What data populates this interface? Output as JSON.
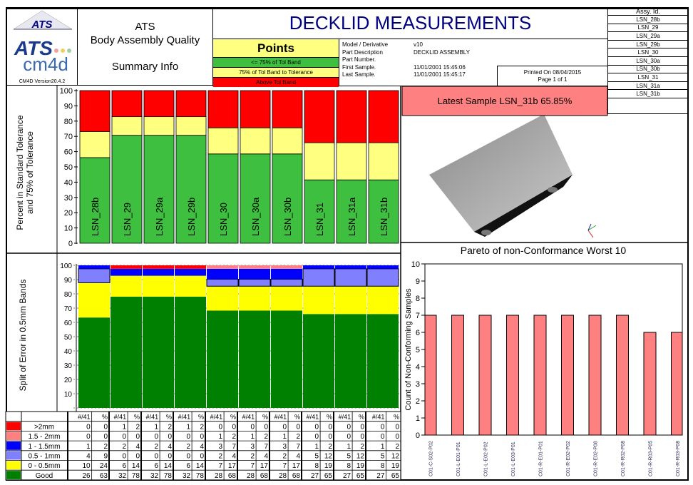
{
  "logo": {
    "brand_top": "ATS",
    "brand_main": "ATS",
    "brand_sub": "cm4d",
    "version": "CM4D Version20.4.2"
  },
  "report": {
    "company": "ATS",
    "subtitle": "Body Assembly Quality",
    "section": "Summary Info",
    "title": "DECKLID MEASUREMENTS"
  },
  "legend": {
    "title": "Points",
    "green": "<= 75% of Tol Band",
    "yellow": "75% of Tol Band to Tolerance",
    "red": "Above Tol Band"
  },
  "info": {
    "rows": [
      {
        "label": "Model / Derivative",
        "value": "v10"
      },
      {
        "label": "Part Description",
        "value": "DECKLID ASSEMBLY"
      },
      {
        "label": "Part Number.",
        "value": ""
      },
      {
        "label": "First Sample.",
        "value": "11/01/2001 15:45:06"
      },
      {
        "label": "Last Sample.",
        "value": "11/01/2001 15:45:17"
      }
    ],
    "printed": "Printed On 08/04/2015",
    "page": "Page 1 of 1"
  },
  "assy": {
    "header": "Assy. Id.",
    "ids": [
      "LSN_28b",
      "LSN_29",
      "LSN_29a",
      "LSN_29b",
      "LSN_30",
      "LSN_30a",
      "LSN_30b",
      "LSN_31",
      "LSN_31a",
      "LSN_31b"
    ]
  },
  "latest_sample": "Latest Sample LSN_31b  65.85%",
  "colors": {
    "green": "#3fbf3f",
    "yellow": "#ffff80",
    "red": "#ff0000",
    "pink": "#ff8080",
    "title_blue": "#000080"
  },
  "chart_data": [
    {
      "type": "bar",
      "stacked": true,
      "ylabel": "Percent in Standard Tolerance and 75% of Tolerance",
      "ylim": [
        0,
        100
      ],
      "yticks": [
        0,
        10,
        20,
        30,
        40,
        50,
        60,
        70,
        80,
        90,
        100
      ],
      "categories": [
        "LSN_28b",
        "LSN_29",
        "LSN_29a",
        "LSN_29b",
        "LSN_30",
        "LSN_30a",
        "LSN_30b",
        "LSN_31",
        "LSN_31a",
        "LSN_31b"
      ],
      "series": [
        {
          "color": "#3fbf3f",
          "values": [
            56.1,
            70.7,
            70.7,
            70.7,
            58.5,
            58.5,
            58.5,
            41.5,
            41.5,
            41.5
          ]
        },
        {
          "color": "#ffff80",
          "values": [
            17.1,
            12.2,
            12.2,
            12.2,
            17.1,
            17.1,
            17.1,
            24.35,
            24.35,
            24.35
          ]
        },
        {
          "color": "#ff0000",
          "values": [
            26.8,
            17.1,
            17.1,
            17.1,
            24.4,
            24.4,
            24.4,
            34.15,
            34.15,
            34.15
          ]
        }
      ]
    },
    {
      "type": "bar",
      "stacked": true,
      "ylabel": "Split of Error in 0.5mm Bands",
      "ylim": [
        0,
        100
      ],
      "yticks": [
        0,
        10,
        20,
        30,
        40,
        50,
        60,
        70,
        80,
        90,
        100
      ],
      "total": 41,
      "bands": [
        {
          "name": "Good",
          "color": "#008000",
          "counts": [
            26,
            32,
            32,
            32,
            28,
            28,
            28,
            27,
            27,
            27
          ],
          "pct": [
            63,
            78,
            78,
            78,
            68,
            68,
            68,
            65,
            65,
            65
          ]
        },
        {
          "name": "0 - 0.5mm",
          "color": "#ffff00",
          "counts": [
            10,
            6,
            6,
            6,
            7,
            7,
            7,
            8,
            8,
            8
          ],
          "pct": [
            24,
            14,
            14,
            14,
            17,
            17,
            17,
            19,
            19,
            19
          ]
        },
        {
          "name": "0.5 - 1mm",
          "color": "#8080ff",
          "counts": [
            4,
            0,
            0,
            0,
            2,
            2,
            2,
            5,
            5,
            5
          ],
          "pct": [
            9,
            0,
            0,
            0,
            4,
            4,
            4,
            12,
            12,
            12
          ]
        },
        {
          "name": "1 - 1.5mm",
          "color": "#0000ff",
          "counts": [
            1,
            2,
            2,
            2,
            3,
            3,
            3,
            1,
            1,
            1
          ],
          "pct": [
            2,
            4,
            4,
            4,
            7,
            7,
            7,
            2,
            2,
            2
          ]
        },
        {
          "name": "1.5 - 2mm",
          "color": "#ff8080",
          "counts": [
            0,
            0,
            0,
            0,
            1,
            1,
            1,
            0,
            0,
            0
          ],
          "pct": [
            0,
            0,
            0,
            0,
            2,
            2,
            2,
            0,
            0,
            0
          ]
        },
        {
          "name": ">2mm",
          "color": "#ff0000",
          "counts": [
            0,
            1,
            1,
            1,
            0,
            0,
            0,
            0,
            0,
            0
          ],
          "pct": [
            0,
            2,
            2,
            2,
            0,
            0,
            0,
            0,
            0,
            0
          ]
        }
      ],
      "table_headers": [
        "#/41",
        "%"
      ]
    },
    {
      "type": "bar",
      "title": "Pareto of non-Conformance Worst 10",
      "ylabel": "Count of Non-Conforming Samples",
      "ylim": [
        0,
        10
      ],
      "yticks": [
        0,
        1,
        2,
        3,
        4,
        5,
        6,
        7,
        8,
        9,
        10
      ],
      "categories": [
        "C01-C-S02-P02",
        "C01-L-E01-P01",
        "C01-L-E02-P02",
        "C01-L-E03-P01",
        "C01-R-E01-P01",
        "C01-R-E02-P02",
        "C01-R-E02-P08",
        "C01-R-R02-P08",
        "C01-R-R03-P05",
        "C01-R-R03-P08"
      ],
      "values": [
        7,
        7,
        7,
        7,
        7,
        7,
        7,
        7,
        6,
        6
      ],
      "color": "#ff8080"
    }
  ]
}
